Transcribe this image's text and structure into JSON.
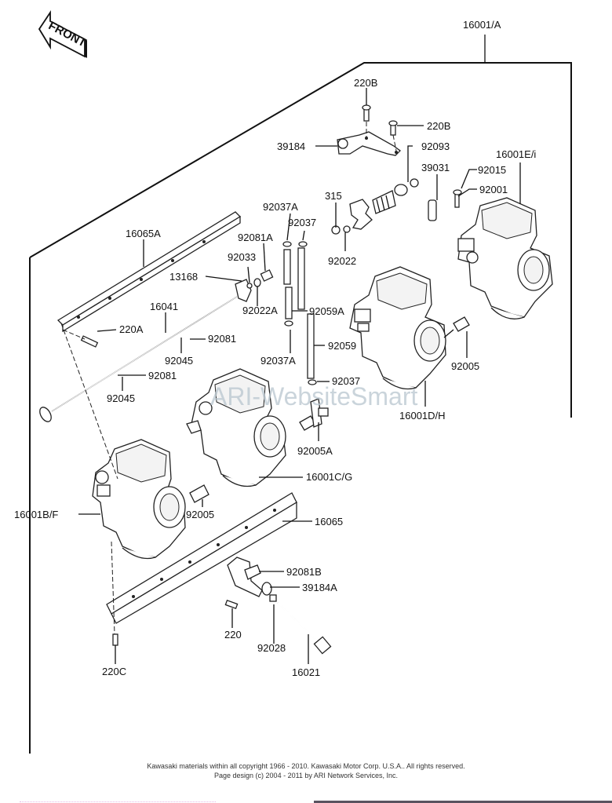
{
  "diagram": {
    "orientation_label": "FRONT",
    "watermark": "ARI-WebsiteSmart",
    "labels": {
      "assembly": "16001/A",
      "screw_220B_top": "220B",
      "screw_220B_right": "220B",
      "bracket_39184": "39184",
      "spring_92093": "92093",
      "collar_39031": "39031",
      "nut_92015": "92015",
      "screw_92001": "92001",
      "carb_16001E": "16001E/i",
      "nut_315": "315",
      "washer_92022": "92022",
      "clip_92037A_top": "92037A",
      "clip_92037_top": "92037",
      "bracket_16065A": "16065A",
      "spring_92081A": "92081A",
      "ring_92033": "92033",
      "lever_13168": "13168",
      "washer_92022A": "92022A",
      "hose_92059A": "92059A",
      "shaft_16041": "16041",
      "screw_220A": "220A",
      "spring_92081_upper": "92081",
      "spring_92045_upper": "92045",
      "clip_92037A_bottom": "92037A",
      "hose_92059": "92059",
      "spring_92081_lower": "92081",
      "spring_92045_lower": "92045",
      "clip_92037_bottom": "92037",
      "carb_16001D": "16001D/H",
      "joint_92005_right": "92005",
      "joint_92005A": "92005A",
      "carb_16001C": "16001C/G",
      "carb_16001B": "16001B/F",
      "joint_92005_left": "92005",
      "bracket_16065": "16065",
      "spring_92081B": "92081B",
      "bracket_39184A": "39184A",
      "screw_220": "220",
      "nut_92028": "92028",
      "screw_16021": "16021",
      "screw_220C": "220C"
    }
  },
  "footer": {
    "line1": "Kawasaki materials within all copyright 1966 - 2010.  Kawasaki Motor Corp. U.S.A..  All rights reserved.",
    "line2": "Page design (c) 2004 - 2011 by ARI Network Services, Inc."
  }
}
